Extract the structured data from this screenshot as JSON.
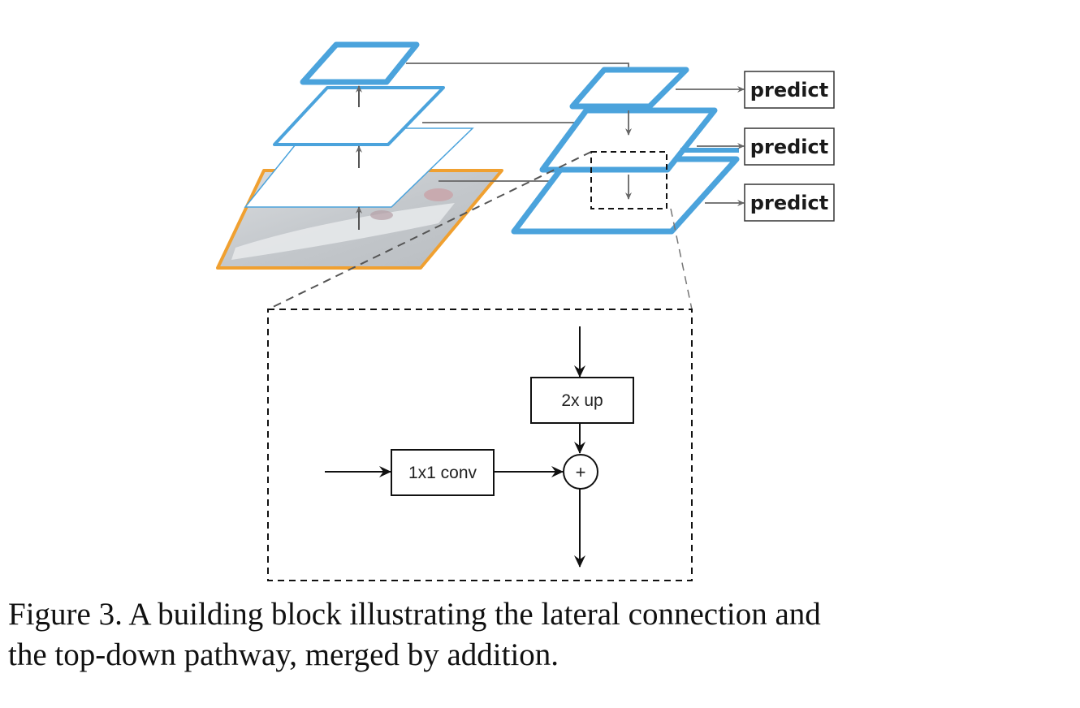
{
  "figure": {
    "number": "Figure 3",
    "caption_line1": "Figure 3. A building block illustrating the lateral connection and",
    "caption_line2": "the top-down pathway, merged by addition.",
    "colors": {
      "pyramid_blue": "#4ba3dc",
      "image_orange": "#f0a030",
      "arrow_gray": "#666666",
      "line_black": "#111111"
    },
    "bottom_up_pathway": {
      "levels": [
        "input-image",
        "level-1",
        "level-2",
        "level-3"
      ]
    },
    "top_down_pathway": {
      "levels": [
        "level-3",
        "level-2",
        "level-1"
      ],
      "predict_labels": [
        "predict",
        "predict",
        "predict"
      ]
    },
    "building_block": {
      "upsample_label": "2x up",
      "lateral_label": "1x1 conv",
      "merge_symbol": "+"
    }
  }
}
